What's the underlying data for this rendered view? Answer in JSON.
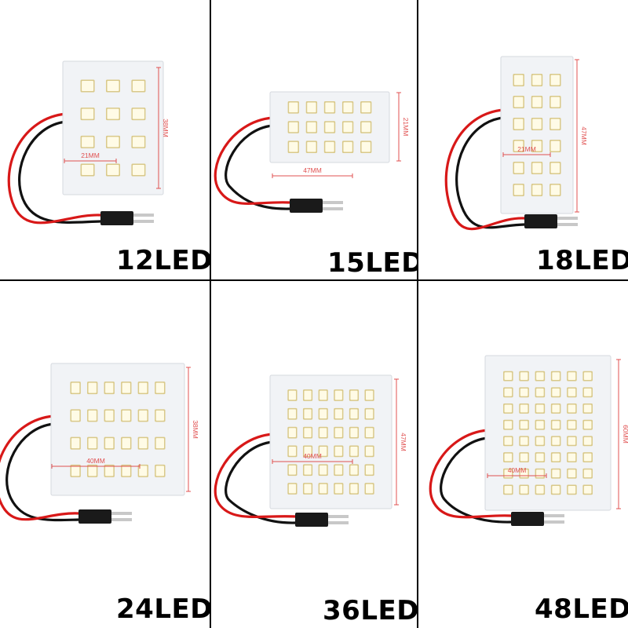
{
  "panels": [
    {
      "caption": "12LED",
      "cols": 3,
      "rows": 4,
      "width_label": "21MM",
      "height_label": "38MM"
    },
    {
      "caption": "15LED",
      "cols": 5,
      "rows": 3,
      "width_label": "47MM",
      "height_label": "21MM"
    },
    {
      "caption": "18LED",
      "cols": 3,
      "rows": 6,
      "width_label": "21MM",
      "height_label": "47MM"
    },
    {
      "caption": "24LED",
      "cols": 6,
      "rows": 4,
      "width_label": "40MM",
      "height_label": "38MM"
    },
    {
      "caption": "36LED",
      "cols": 6,
      "rows": 6,
      "width_label": "40MM",
      "height_label": "47MM"
    },
    {
      "caption": "48LED",
      "cols": 6,
      "rows": 8,
      "width_label": "40MM",
      "height_label": "60MM"
    }
  ],
  "colors": {
    "divider": "#000000",
    "board": "#f1f3f6",
    "led_body": "#fffbe6",
    "led_frame": "#d9c98a",
    "wire_red": "#d81818",
    "wire_black": "#111111",
    "dimension": "#e05050",
    "connector": "#1a1a1a"
  }
}
